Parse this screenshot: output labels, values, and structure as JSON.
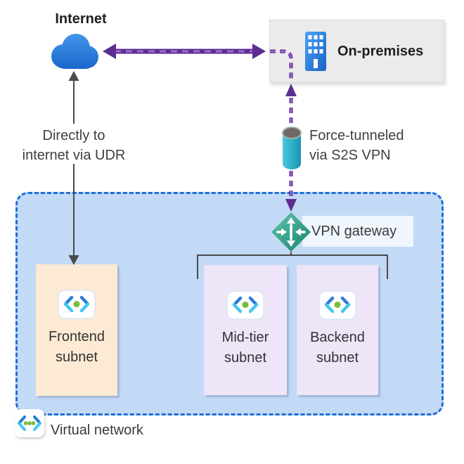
{
  "nodes": {
    "internet": {
      "label": "Internet",
      "icon": "cloud-icon"
    },
    "on_premises": {
      "label": "On-premises",
      "icon": "building-icon"
    },
    "vpn_tunnel": {
      "icon": "vpn-tunnel-cylinder-icon"
    },
    "vpn_gateway": {
      "label": "VPN gateway",
      "icon": "vpn-gateway-icon"
    },
    "virtual_network": {
      "label": "Virtual network",
      "icon": "virtual-network-icon"
    },
    "subnets": [
      {
        "name": "Frontend subnet",
        "line1": "Frontend",
        "line2": "subnet",
        "icon": "subnet-icon"
      },
      {
        "name": "Mid-tier subnet",
        "line1": "Mid-tier",
        "line2": "subnet",
        "icon": "subnet-icon"
      },
      {
        "name": "Backend subnet",
        "line1": "Backend",
        "line2": "subnet",
        "icon": "subnet-icon"
      }
    ]
  },
  "annotations": {
    "udr": {
      "line1": "Directly to",
      "line2": "internet via UDR"
    },
    "s2s": {
      "line1": "Force-tunneled",
      "line2": "via S2S VPN"
    }
  },
  "colors": {
    "vnet-fill": "#c3daf6",
    "vnet-border": "#1e6fd8",
    "onprem-fill": "#ebebeb",
    "onprem-border": "#d9d9d9",
    "frontend-fill": "#fcead4",
    "tier-fill": "#eee5f9",
    "label-bg": "#f0f6fd",
    "purple-dark": "#5c2d91",
    "purple-light": "#9d6fd6",
    "gray-line": "#4a4a4a",
    "text-dark": "#1f1f1f",
    "text-label": "#3f3f3f",
    "cloud-a": "#4498ee",
    "cloud-b": "#1a66c9",
    "building-a": "#4aa3f5",
    "building-b": "#1a63c6",
    "gateway-a": "#5cbfa9",
    "gateway-b": "#1f8a74",
    "cylinder-a": "#49c8dd",
    "cylinder-b": "#1795b5",
    "cylinder-top": "#6e6866",
    "chevron-dark": "#2b7bd9",
    "chevron-light": "#45c6f4",
    "dot-green": "#76bc3f"
  }
}
